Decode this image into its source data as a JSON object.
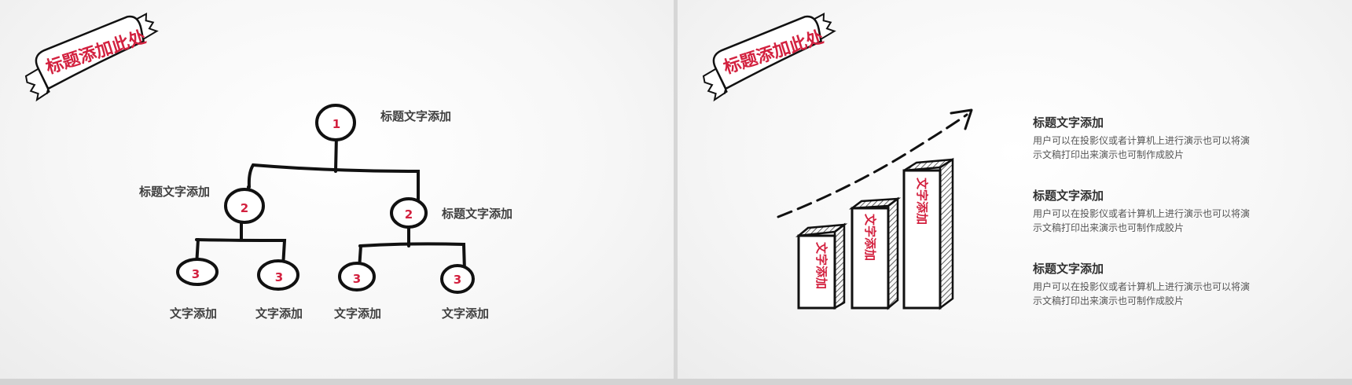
{
  "left_slide": {
    "banner_title": "标题添加此处",
    "tree": {
      "root": {
        "number": "1",
        "label": "标题文字添加"
      },
      "level2": [
        {
          "number": "2",
          "label": "标题文字添加"
        },
        {
          "number": "2",
          "label": "标题文字添加"
        }
      ],
      "level3": [
        {
          "number": "3",
          "label": "文字添加"
        },
        {
          "number": "3",
          "label": "文字添加"
        },
        {
          "number": "3",
          "label": "文字添加"
        },
        {
          "number": "3",
          "label": "文字添加"
        }
      ]
    }
  },
  "right_slide": {
    "banner_title": "标题添加此处",
    "bars": [
      {
        "label": "文字添加"
      },
      {
        "label": "文字添加"
      },
      {
        "label": "文字添加"
      }
    ],
    "info_items": [
      {
        "title": "标题文字添加",
        "body_line1": "用户可以在投影仪或者计算机上进行演示也可以将演",
        "body_line2": "示文稿打印出来演示也可制作成胶片"
      },
      {
        "title": "标题文字添加",
        "body_line1": "用户可以在投影仪或者计算机上进行演示也可以将演",
        "body_line2": "示文稿打印出来演示也可制作成胶片"
      },
      {
        "title": "标题文字添加",
        "body_line1": "用户可以在投影仪或者计算机上进行演示也可以将演",
        "body_line2": "示文稿打印出来演示也可制作成胶片"
      }
    ]
  },
  "colors": {
    "accent": "#d3213f",
    "ink": "#111111",
    "text": "#404040"
  }
}
